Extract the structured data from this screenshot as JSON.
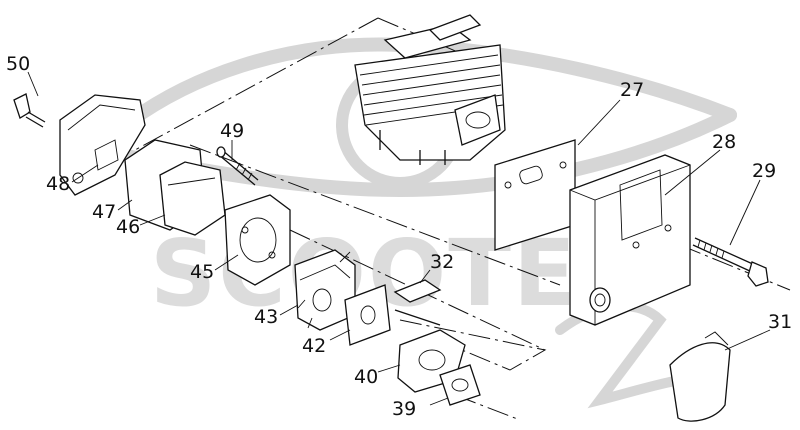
{
  "watermark": {
    "brand": "SCOOTER",
    "script": "zip"
  },
  "part_numbers": {
    "p27": "27",
    "p28": "28",
    "p29": "29",
    "p31": "31",
    "p32": "32",
    "p39": "39",
    "p40": "40",
    "p42": "42",
    "p43": "43",
    "p45": "45",
    "p46": "46",
    "p47": "47",
    "p48": "48",
    "p49": "49",
    "p50": "50"
  }
}
